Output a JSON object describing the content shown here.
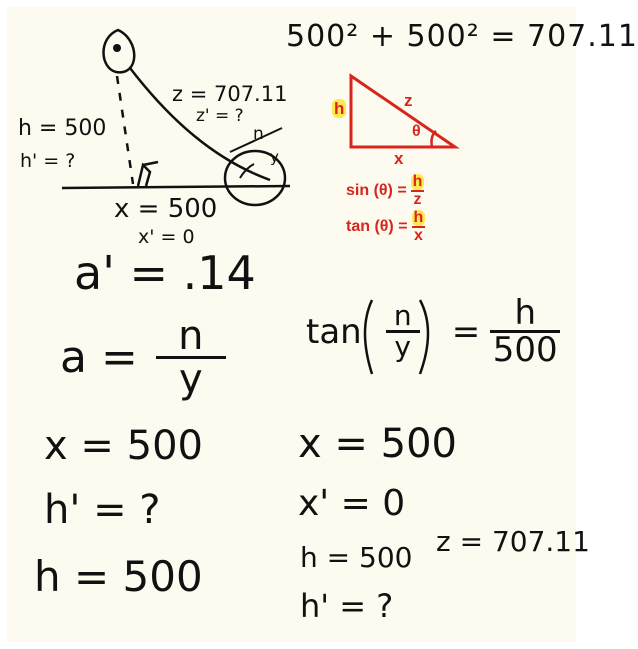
{
  "top": {
    "equation": "500² + 500² = 707.11"
  },
  "sketch": {
    "z_label": "z = 707.11",
    "zprime_label": "z' = ?",
    "h_label": "h = 500",
    "hprime_label": "h' = ?",
    "x_label": "x = 500",
    "xprime_label": "x' = 0",
    "angle_n": "n",
    "angle_y": "y"
  },
  "triangle": {
    "h": "h",
    "z": "z",
    "x": "x",
    "theta": "θ",
    "sin_lhs": "sin (θ) =",
    "sin_num": "h",
    "sin_den": "z",
    "tan_lhs": "tan (θ) =",
    "tan_num": "h",
    "tan_den": "x",
    "color": "#d6261f",
    "highlight": "#ffe84d"
  },
  "middle": {
    "a_prime": "a' = .14",
    "a_lhs": "a =",
    "a_num": "n",
    "a_den": "y",
    "tan_lhs": "tan",
    "tan_num": "n",
    "tan_den": "y",
    "tan_eq": "=",
    "tan_rhs_num": "h",
    "tan_rhs_den": "500"
  },
  "bottom_left": {
    "x_eq": "x = 500",
    "hprime_eq": "h' = ?",
    "h_eq": "h = 500"
  },
  "bottom_right": {
    "x_eq": "x = 500",
    "xprime_eq": "x' = 0",
    "h_eq": "h = 500",
    "z_eq": "z = 707.11",
    "hprime_eq": "h' = ?"
  }
}
